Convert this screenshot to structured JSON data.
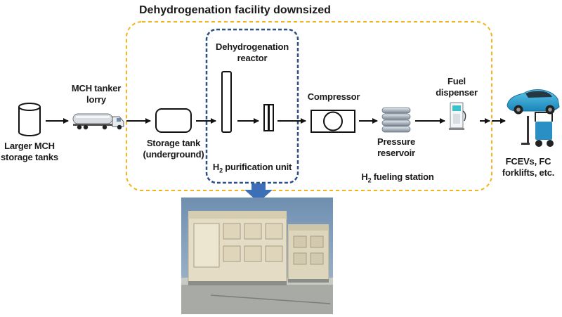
{
  "title": "Dehydrogenation facility downsized",
  "nodes": {
    "storage_tanks": [
      "Larger MCH",
      "storage tanks"
    ],
    "tanker": [
      "MCH tanker",
      "lorry"
    ],
    "storage_tank": [
      "Storage tank",
      "(underground)"
    ],
    "reactor": [
      "Dehydrogenation",
      "reactor"
    ],
    "purification_prefix": "H",
    "purification_sub": "2",
    "purification_rest": " purification unit",
    "compressor": "Compressor",
    "reservoir": [
      "Pressure",
      "reservoir"
    ],
    "dispenser": [
      "Fuel",
      "dispenser"
    ],
    "station_prefix": "H",
    "station_sub": "2",
    "station_rest": " fueling station",
    "vehicles": [
      "FCEVs, FC",
      "forklifts, etc."
    ]
  },
  "colors": {
    "facility_border": "#f2b31c",
    "unit_border": "#2b4e86",
    "down_arrow": "#3c6fb8",
    "line": "#111111",
    "car": "#2aa6d6",
    "forklift": "#2a8fc4",
    "dispenser": "#3bc0c8",
    "reservoir": "#9aa6b2"
  },
  "icons": [
    "tank-cylinder-icon",
    "tanker-lorry-icon",
    "storage-tank-icon",
    "reactor-column-icon",
    "purifier-icon",
    "compressor-icon",
    "pressure-reservoir-icon",
    "fuel-dispenser-icon",
    "fcev-car-icon",
    "forklift-icon"
  ]
}
